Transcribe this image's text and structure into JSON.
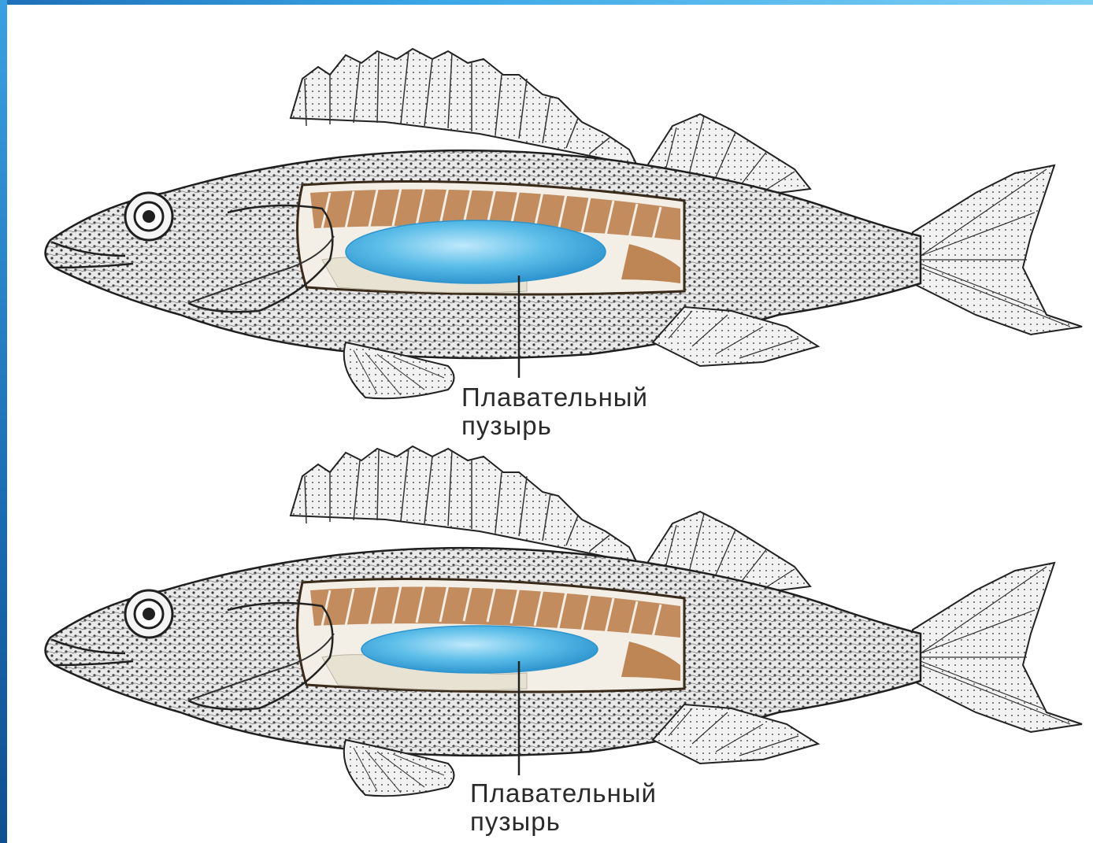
{
  "diagram": {
    "panels": [
      {
        "id": "fish-top",
        "label_line1": "Плавательный",
        "label_line2": "пузырь",
        "swim_bladder_color": "#5bbde8"
      },
      {
        "id": "fish-bottom",
        "label_line1": "Плавательный",
        "label_line2": "пузырь",
        "swim_bladder_color": "#5bbde8"
      }
    ]
  },
  "colors": {
    "frame_accent": "#1d6fb8",
    "body_cavity": "#b5733f",
    "swim_bladder": "#5bbde8"
  }
}
